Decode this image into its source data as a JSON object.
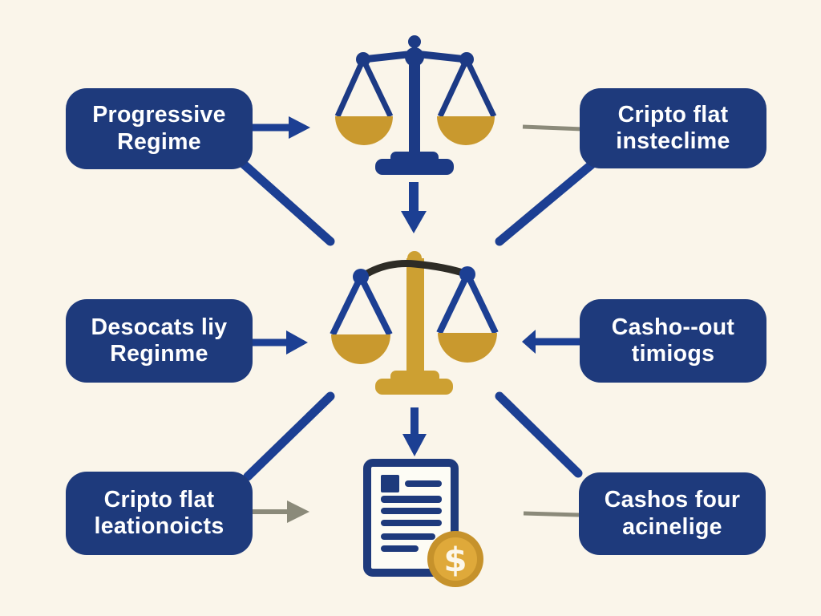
{
  "diagram": {
    "theme": "crypto-tax-regimes-infographic",
    "background_color": "#faf5ea",
    "colors": {
      "box_navy": "#1e3a7c",
      "arrow_blue": "#1c3f93",
      "icon_navy": "#1c3a85",
      "gold": "#c9992e",
      "gold_post": "#cda032",
      "coin_outer_gold": "#c6922b",
      "coin_inner_gold": "#dfa93a",
      "connector_gray": "#8b8a7a",
      "beam_black": "#2e2c26",
      "label_text": "#ffffff"
    }
  },
  "boxes": [
    {
      "id": "top-left",
      "line1": "Progressive",
      "line2": "Regime"
    },
    {
      "id": "top-right",
      "line1": "Cripto flat",
      "line2": "insteclime"
    },
    {
      "id": "middle-left",
      "line1": "Desocats liy",
      "line2": "Reginme"
    },
    {
      "id": "middle-right",
      "line1": "Casho--out",
      "line2": "timiogs"
    },
    {
      "id": "bottom-left",
      "line1": "Cripto flat",
      "line2": "leationoicts"
    },
    {
      "id": "bottom-right",
      "line1": "Cashos four",
      "line2": "acinelige"
    }
  ],
  "icons": {
    "top": {
      "name": "balance-scale-balanced-icon"
    },
    "middle": {
      "name": "balance-scale-tilted-icon"
    },
    "bottom": {
      "name": "tax-document-icon"
    },
    "coin": {
      "name": "dollar-coin-icon",
      "symbol": "$"
    }
  }
}
